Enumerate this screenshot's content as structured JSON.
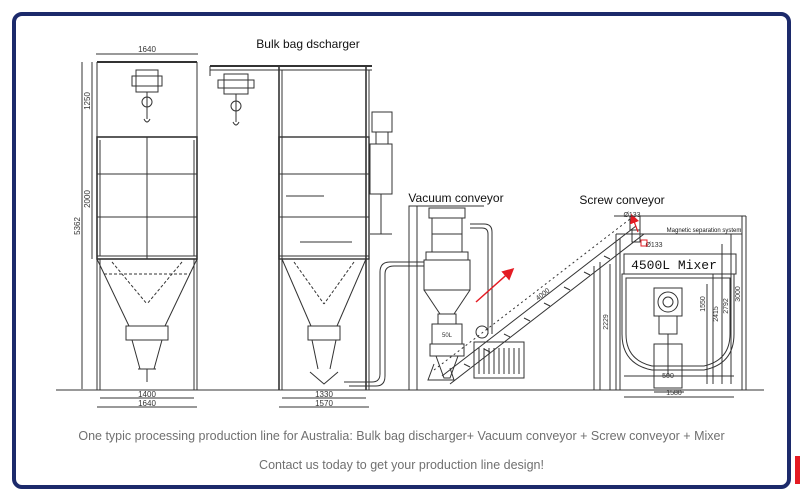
{
  "labels": {
    "bulk_bag": "Bulk bag dscharger",
    "vacuum": "Vacuum conveyor",
    "screw": "Screw conveyor",
    "mixer": "4500L  Mixer",
    "magnetic": "Magnetic separation system"
  },
  "dims": {
    "d1640_top": "1640",
    "d1250": "1250",
    "d2000": "2000",
    "d5362": "5362",
    "d1400": "1400",
    "d1640_bottom": "1640",
    "d1330": "1330",
    "d1570": "1570",
    "d133a": "Ø133",
    "d133b": "Ø133",
    "d4000": "4000",
    "d1550": "1550",
    "d2415": "2415",
    "d2792": "2792",
    "d3000": "3000",
    "d2229": "2229",
    "d500": "500",
    "d1580": "1580",
    "d50l": "50L"
  },
  "captions": {
    "line1": "One typic processing production line for Australia: Bulk bag discharger+ Vacuum conveyor + Screw conveyor + Mixer",
    "line2": "Contact us today to get your production line design!"
  },
  "colors": {
    "frame": "#1c2a6b",
    "line": "#333333",
    "arrow": "#e41b23",
    "caption": "#707070"
  }
}
